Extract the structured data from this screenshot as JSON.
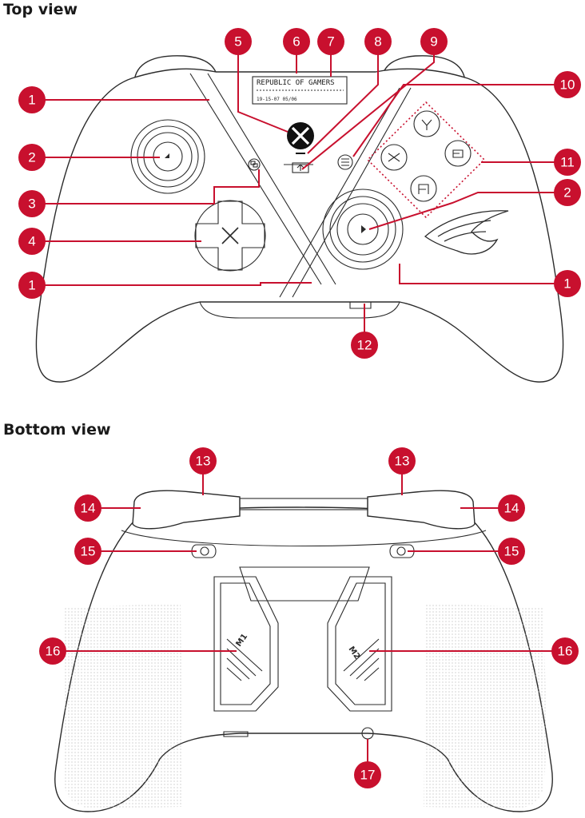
{
  "views": {
    "top_title": "Top view",
    "bottom_title": "Bottom view"
  },
  "brand_plate": {
    "line1": "REPUBLIC OF GAMERS",
    "line2": "19-15-07 05/06"
  },
  "back_buttons": {
    "left": "M1",
    "right": "M2"
  },
  "callouts": {
    "top": [
      "1",
      "2",
      "3",
      "4",
      "1",
      "5",
      "6",
      "7",
      "8",
      "9",
      "10",
      "11",
      "2",
      "1",
      "12"
    ],
    "bottom": [
      "13",
      "13",
      "14",
      "14",
      "15",
      "15",
      "16",
      "16",
      "17"
    ]
  },
  "colors": {
    "accent": "#c8102e",
    "line": "#2b2b2b"
  }
}
